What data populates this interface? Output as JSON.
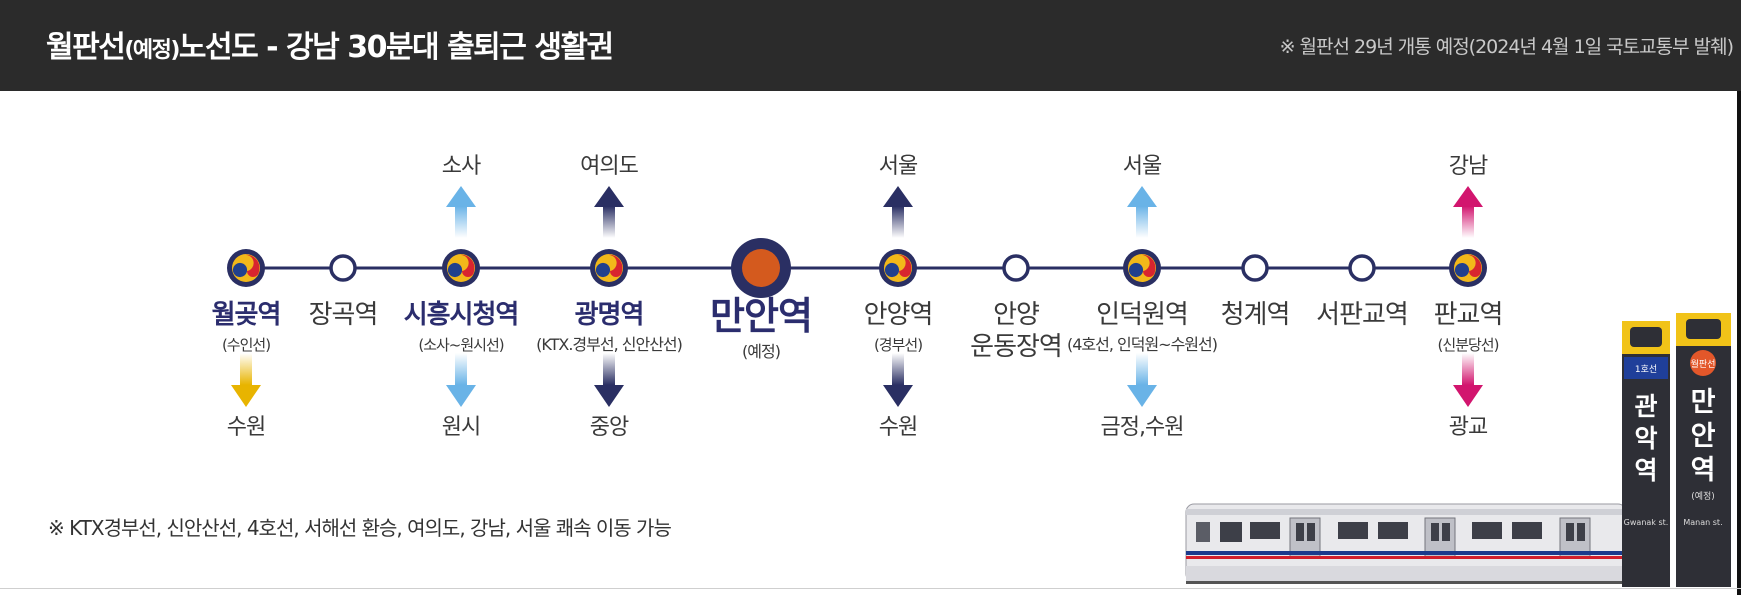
{
  "header": {
    "title_main": "월판선",
    "title_paren": "(예정)",
    "title_rest": "노선도 - 강남 30분대 출퇴근 생활권",
    "note": "※ 월판선 29년 개통 예정(2024년 4월 1일 국토교통부 발췌)"
  },
  "colors": {
    "line": "#2a2f63",
    "highlight_text": "#2b2d6e",
    "normal_text": "#3a3a3a",
    "light_blue": "#69b3e7",
    "navy": "#2a2f63",
    "magenta": "#d2156e",
    "yellow": "#e8b400",
    "manan_orange": "#d45a1e"
  },
  "stations": [
    {
      "name": "월곶역",
      "sub": "(수인선)",
      "type": "transfer",
      "highlight": true,
      "up": null,
      "down": {
        "label": "수원",
        "color": "yellow"
      }
    },
    {
      "name": "장곡역",
      "sub": "",
      "type": "plain",
      "highlight": false,
      "up": null,
      "down": null
    },
    {
      "name": "시흥시청역",
      "sub": "(소사~원시선)",
      "type": "transfer",
      "highlight": true,
      "up": {
        "label": "소사",
        "color": "light_blue"
      },
      "down": {
        "label": "원시",
        "color": "light_blue"
      }
    },
    {
      "name": "광명역",
      "sub": "(KTX.경부선, 신안산선)",
      "type": "transfer",
      "highlight": true,
      "up": {
        "label": "여의도",
        "color": "navy"
      },
      "down": {
        "label": "중앙",
        "color": "navy"
      }
    },
    {
      "name": "만안역",
      "sub": "(예정)",
      "type": "big",
      "highlight": true,
      "up": null,
      "down": null
    },
    {
      "name": "안양역",
      "sub": "(경부선)",
      "type": "transfer",
      "highlight": false,
      "up": {
        "label": "서울",
        "color": "navy"
      },
      "down": {
        "label": "수원",
        "color": "navy"
      }
    },
    {
      "name": "안양",
      "name2": "운동장역",
      "sub": "",
      "type": "plain",
      "highlight": false,
      "up": null,
      "down": null
    },
    {
      "name": "인덕원역",
      "sub": "(4호선, 인덕원~수원선)",
      "type": "transfer",
      "highlight": false,
      "up": {
        "label": "서울",
        "color": "light_blue"
      },
      "down": {
        "label": "금정,수원",
        "color": "light_blue"
      }
    },
    {
      "name": "청계역",
      "sub": "",
      "type": "plain",
      "highlight": false,
      "up": null,
      "down": null
    },
    {
      "name": "서판교역",
      "sub": "",
      "type": "plain",
      "highlight": false,
      "up": null,
      "down": null
    },
    {
      "name": "판교역",
      "sub": "(신분당선)",
      "type": "transfer",
      "highlight": false,
      "up": {
        "label": "강남",
        "color": "magenta"
      },
      "down": {
        "label": "광교",
        "color": "magenta"
      }
    }
  ],
  "footnote": "※ KTX경부선, 신안산선, 4호선, 서해선 환승, 여의도, 강남, 서울 쾌속 이동 가능",
  "signs": [
    {
      "line": "1호선",
      "name": [
        "관",
        "악",
        "역"
      ],
      "roman": "Gwanak st."
    },
    {
      "line": "월판선",
      "name": [
        "만",
        "안",
        "역"
      ],
      "sub": "(예정)",
      "roman": "Manan st."
    }
  ]
}
